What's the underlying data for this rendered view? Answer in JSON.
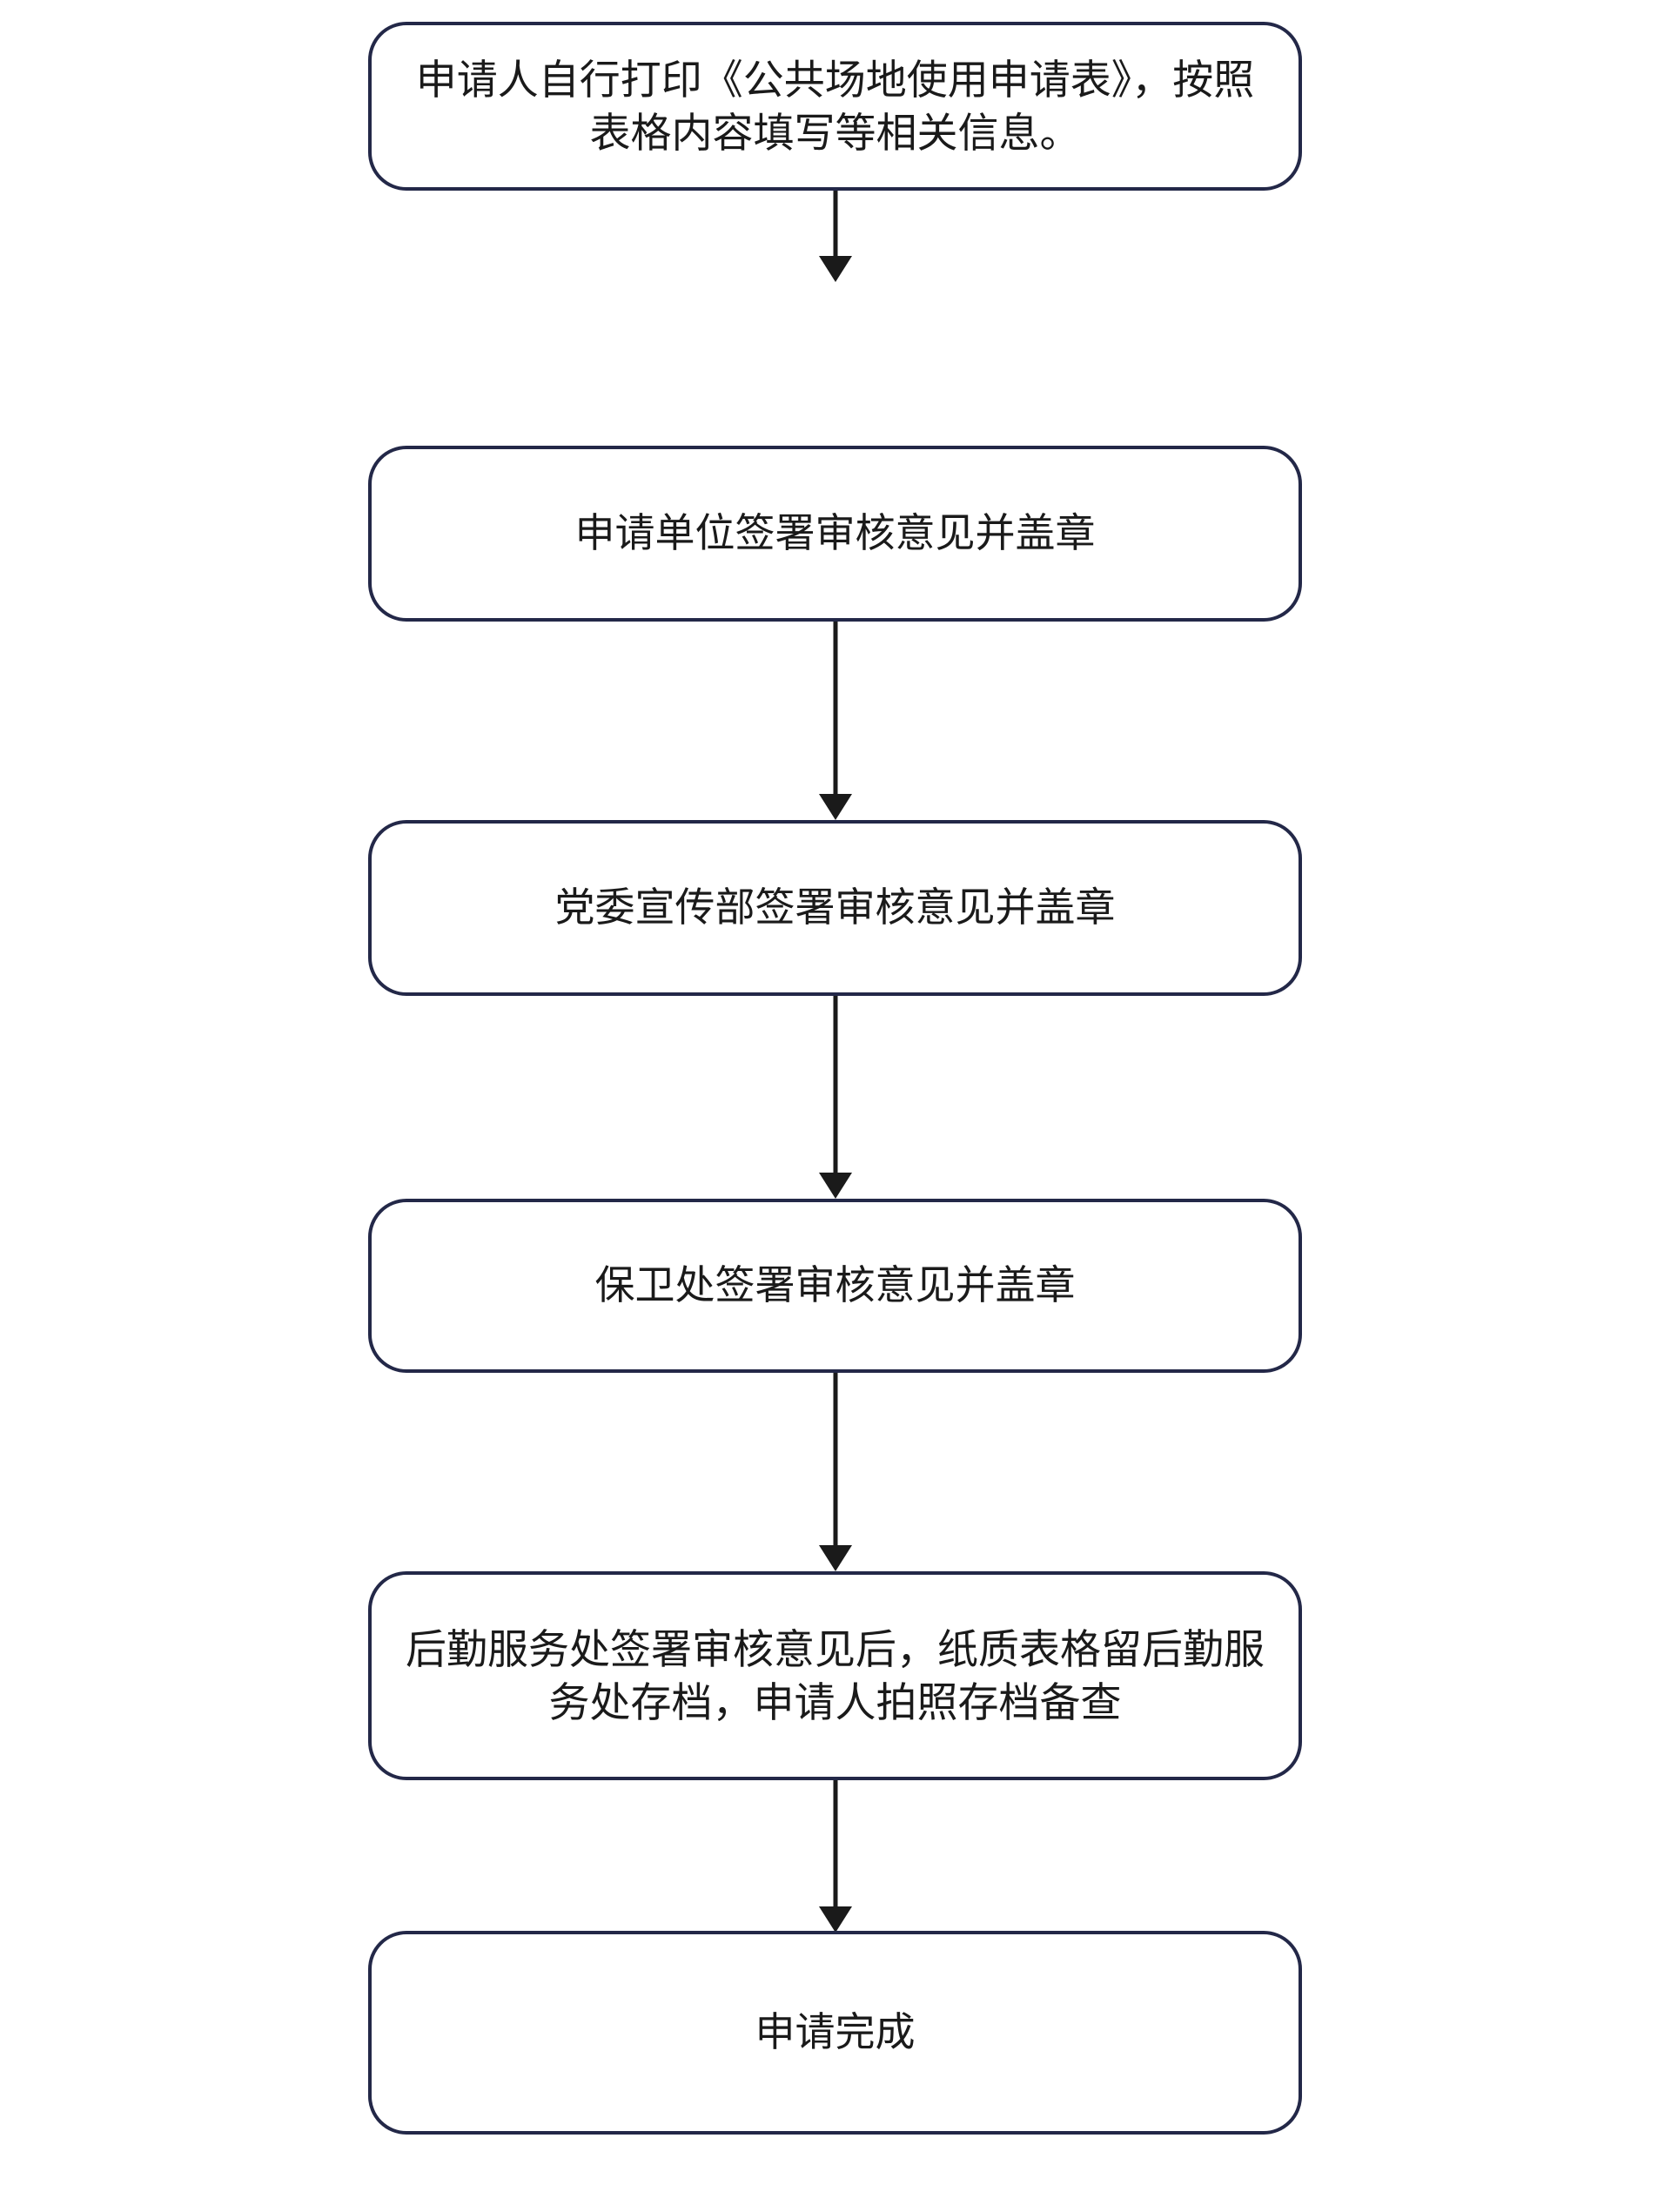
{
  "diagram": {
    "title": "公共场地使用申请流程图",
    "type": "flowchart",
    "orientation": "vertical",
    "colors": {
      "node_border": "#232848",
      "node_fill": "#ffffff",
      "text": "#1a1a1a",
      "connector": "#1a1a1a",
      "background": "#ffffff"
    },
    "nodes": [
      {
        "id": "step-1",
        "shape": "rounded-rectangle",
        "text": "申请人自行打印《公共场地使用申请表》，按照表格内容填写等相关信息。"
      },
      {
        "id": "step-2",
        "shape": "rounded-rectangle",
        "text": "申请单位签署审核意见并盖章"
      },
      {
        "id": "step-3",
        "shape": "rounded-rectangle",
        "text": "党委宣传部签署审核意见并盖章"
      },
      {
        "id": "step-4",
        "shape": "rounded-rectangle",
        "text": "保卫处签署审核意见并盖章"
      },
      {
        "id": "step-5",
        "shape": "rounded-rectangle",
        "text": "后勤服务处签署审核意见后，纸质表格留后勤服务处存档，申请人拍照存档备查"
      },
      {
        "id": "step-6",
        "shape": "rounded-rectangle",
        "text": "申请完成"
      }
    ],
    "connectors": [
      {
        "id": "arrow-1",
        "from": "step-1",
        "to": "step-2",
        "style": "solid-arrow-down"
      },
      {
        "id": "arrow-2",
        "from": "step-2",
        "to": "step-3",
        "style": "solid-arrow-down"
      },
      {
        "id": "arrow-3",
        "from": "step-3",
        "to": "step-4",
        "style": "solid-arrow-down"
      },
      {
        "id": "arrow-4",
        "from": "step-4",
        "to": "step-5",
        "style": "solid-arrow-down"
      },
      {
        "id": "arrow-5",
        "from": "step-5",
        "to": "step-6",
        "style": "solid-arrow-down"
      }
    ]
  }
}
